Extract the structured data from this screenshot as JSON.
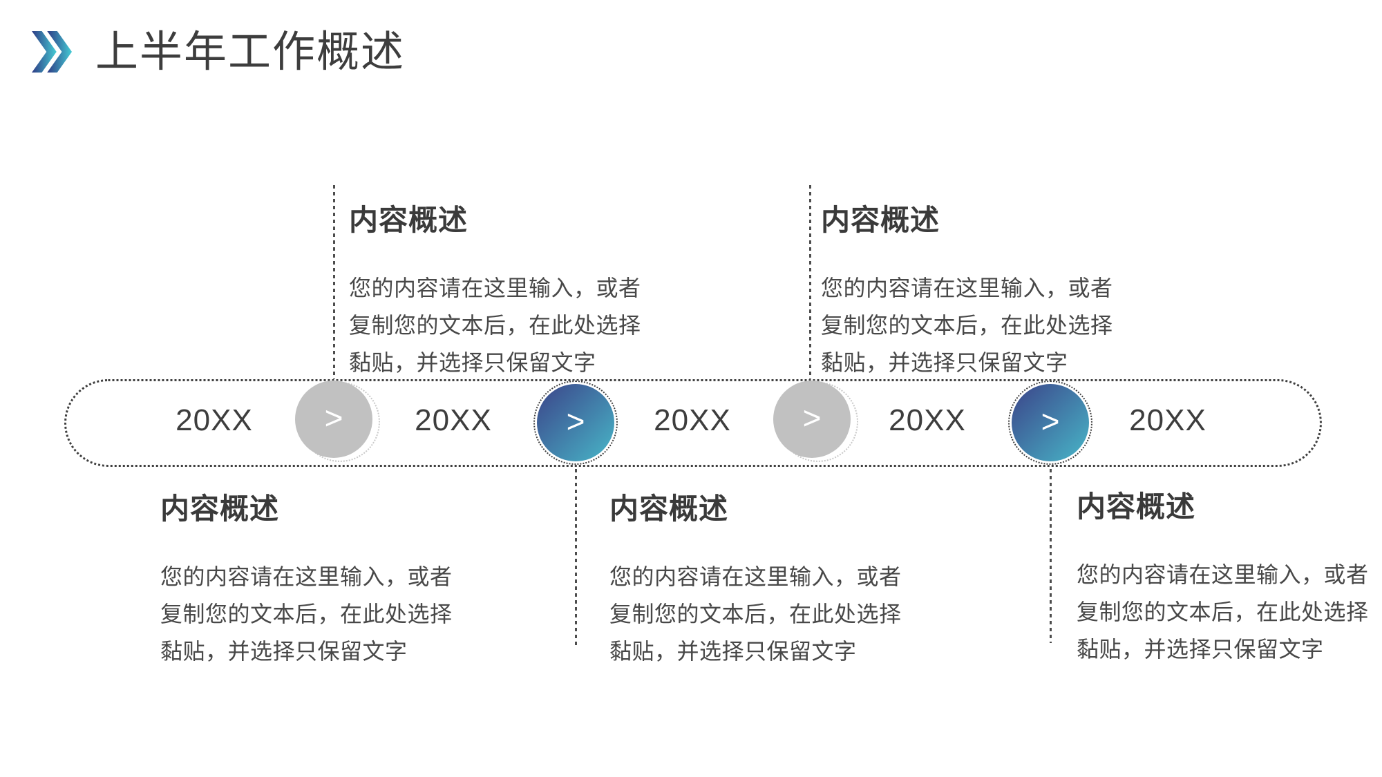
{
  "header": {
    "title": "上半年工作概述",
    "icon": "double-chevron-right-icon"
  },
  "timeline": {
    "years": [
      "20XX",
      "20XX",
      "20XX",
      "20XX",
      "20XX"
    ],
    "connectors": [
      {
        "type": "gray",
        "symbol": ">"
      },
      {
        "type": "blue",
        "symbol": ">"
      },
      {
        "type": "gray",
        "symbol": ">"
      },
      {
        "type": "blue",
        "symbol": ">"
      }
    ]
  },
  "blocks": {
    "top": [
      {
        "heading": "内容概述",
        "lines": [
          "您的内容请在这里输入，或者",
          "复制您的文本后，在此处选择",
          "黏贴，并选择只保留文字"
        ]
      },
      {
        "heading": "内容概述",
        "lines": [
          "您的内容请在这里输入，或者",
          "复制您的文本后，在此处选择",
          "黏贴，并选择只保留文字"
        ]
      }
    ],
    "bottom": [
      {
        "heading": "内容概述",
        "lines": [
          "您的内容请在这里输入，或者",
          "复制您的文本后，在此处选择",
          "黏贴，并选择只保留文字"
        ]
      },
      {
        "heading": "内容概述",
        "lines": [
          "您的内容请在这里输入，或者",
          "复制您的文本后，在此处选择",
          "黏贴，并选择只保留文字"
        ]
      },
      {
        "heading": "内容概述",
        "lines": [
          "您的内容请在这里输入，或者",
          "复制您的文本后，在此处选择",
          "黏贴，并选择只保留文字"
        ]
      }
    ]
  },
  "colors": {
    "text_dark": "#3d3d3d",
    "text_body": "#484848",
    "gray_circle": "#c1c1c1",
    "dot_border": "#3f3f3f",
    "gradient_start": "#3b4389",
    "gradient_end": "#48b7c8"
  }
}
